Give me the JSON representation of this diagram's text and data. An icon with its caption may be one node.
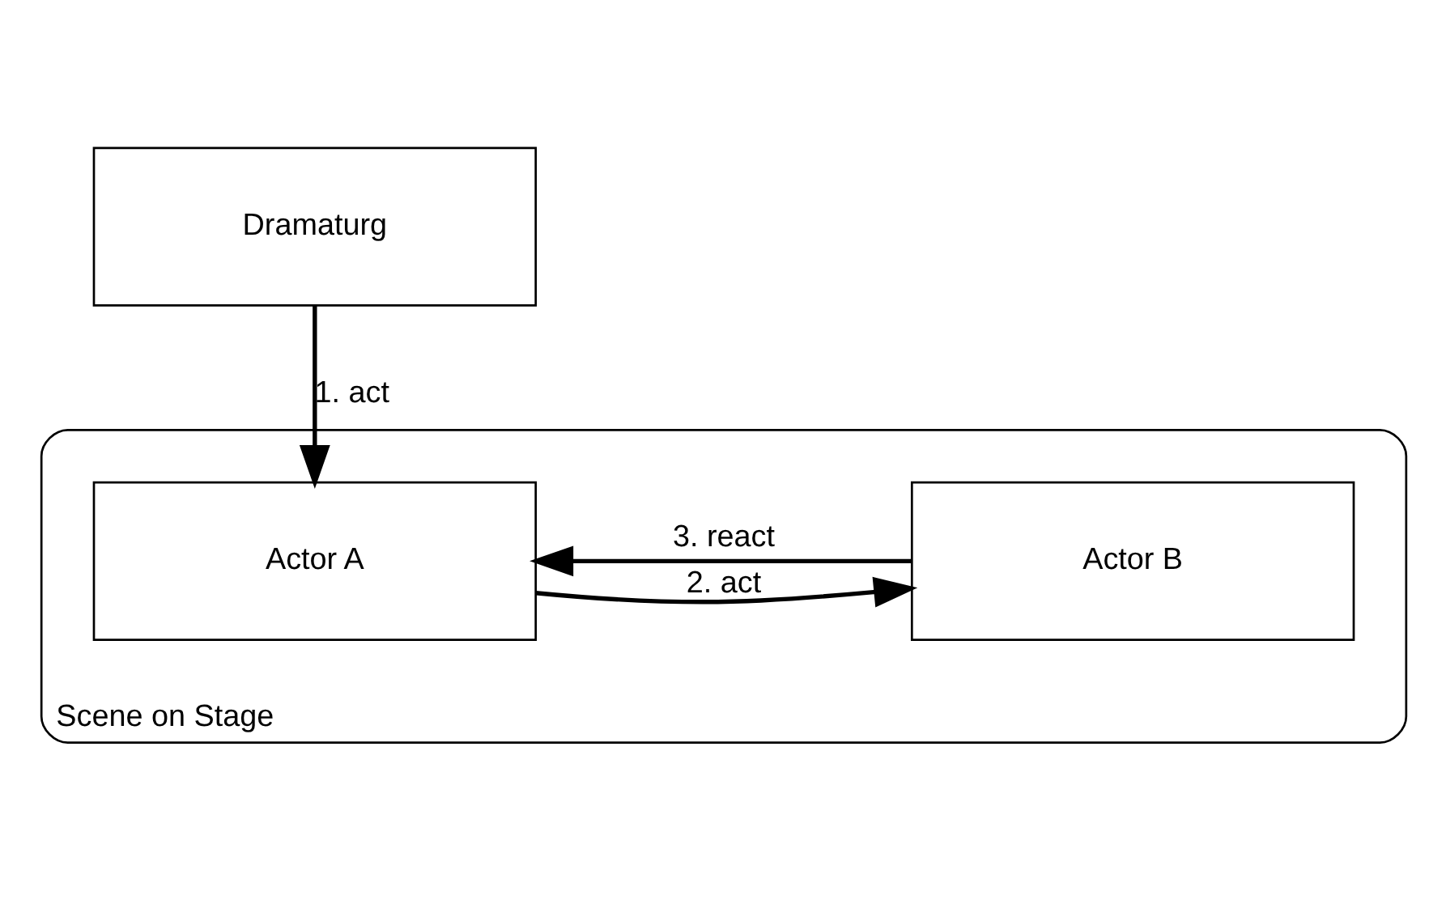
{
  "diagram": {
    "nodes": [
      {
        "text": [
          "Dramaturg"
        ]
      },
      {
        "text": [
          "Scene on Stage"
        ]
      },
      {
        "text": [
          "Actor A"
        ],
        "in": 1
      },
      {
        "text": [
          "Actor B"
        ],
        "in": 1
      }
    ],
    "edges": [
      {
        "from": 0,
        "to": 2,
        "arrow": "to",
        "label": "1. act"
      },
      {
        "from": 2,
        "to": 3,
        "arrow": "to",
        "label": "2. act"
      },
      {
        "from": 3,
        "to": 2,
        "arrow": "to",
        "label": "3. react"
      }
    ]
  }
}
